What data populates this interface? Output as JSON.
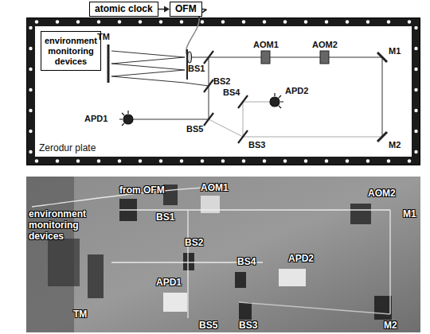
{
  "diagram": {
    "nodes": [
      {
        "text": [
          "atomic clock"
        ]
      },
      {
        "text": [
          "OFM"
        ]
      },
      {
        "text": [
          "Zerodur plate"
        ]
      },
      {
        "text": [
          "environment monitoring devices"
        ],
        "in": 2
      }
    ],
    "edges": [
      {
        "from": 0,
        "to": 1,
        "arrow": "to"
      },
      {
        "from": 1,
        "to": 2,
        "arrow": "none"
      }
    ],
    "labels": [
      "TM",
      "BS1",
      "AOM1",
      "AOM2",
      "M1",
      "BS2",
      "BS4",
      "APD2",
      "APD1",
      "BS5",
      "BS3",
      "M2",
      "from OFM",
      "BS1",
      "AOM1",
      "AOM2",
      "M1",
      "environment monitoring devices",
      "BS2",
      "BS4",
      "APD2",
      "TM",
      "APD1",
      "BS5",
      "BS3",
      "M2"
    ]
  }
}
